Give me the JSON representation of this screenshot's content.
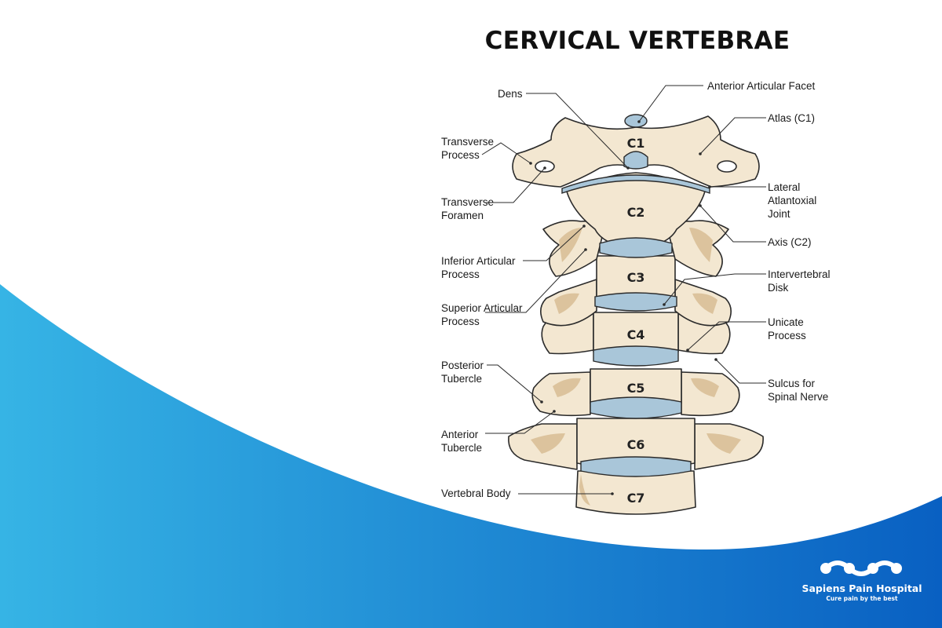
{
  "title": "CERVICAL VERTEBRAE",
  "colors": {
    "bone": "#f3e7d1",
    "bone_shadow": "#dcc39d",
    "disk": "#a9c6d9",
    "disk_light": "#cfe1ec",
    "outline": "#2b2b2b",
    "wave_start": "#36b4e5",
    "wave_end": "#0960c2"
  },
  "vertebrae": [
    "C1",
    "C2",
    "C3",
    "C4",
    "C5",
    "C6",
    "C7"
  ],
  "labels": {
    "dens": "Dens",
    "anterior_articular_facet": "Anterior Articular Facet",
    "atlas": "Atlas (C1)",
    "transverse_process": [
      "Transverse",
      "Process"
    ],
    "transverse_foramen": [
      "Transverse",
      "Foramen"
    ],
    "lateral_atlantoaxial_joint": [
      "Lateral",
      "Atlantoxial",
      "Joint"
    ],
    "axis": "Axis (C2)",
    "inferior_articular_process": [
      "Inferior Articular",
      "Process"
    ],
    "intervertebral_disk": [
      "Intervertebral",
      "Disk"
    ],
    "superior_articular_process": [
      "Superior Articular",
      "Process"
    ],
    "unicate_process": [
      "Unicate",
      "Process"
    ],
    "posterior_tubercle": [
      "Posterior",
      "Tubercle"
    ],
    "sulcus_spinal_nerve": [
      "Sulcus for",
      "Spinal Nerve"
    ],
    "anterior_tubercle": [
      "Anterior",
      "Tubercle"
    ],
    "vertebral_body": "Vertebral Body"
  },
  "brand": {
    "name": "Sapiens Pain Hospital",
    "tagline": "Cure pain by the best",
    "icon": "connected-dots-logo-icon"
  }
}
